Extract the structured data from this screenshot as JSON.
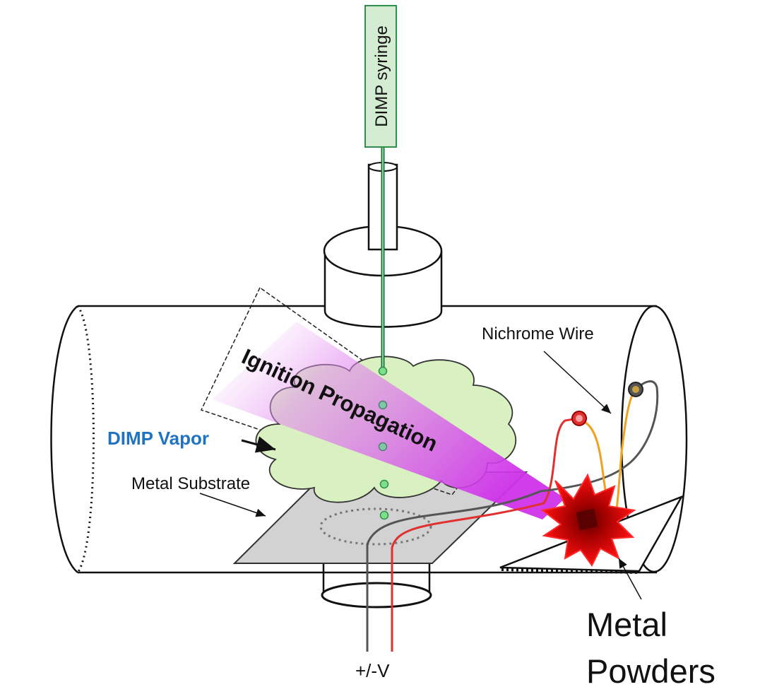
{
  "labels": {
    "syringe": "DIMP syringe",
    "ignition": "Ignition Propagation",
    "vapor": "DIMP Vapor",
    "substrate": "Metal Substrate",
    "nichrome": "Nichrome Wire",
    "powders_line1": "Metal",
    "powders_line2": "Powders",
    "voltage": "+/-V"
  },
  "colors": {
    "syringe_fill": "#d4ecd2",
    "needle": "#2f8f4f",
    "vapor_fill": "#d9f0c0",
    "vapor_text": "#1f73c1",
    "ignition_magenta": "#d040e8",
    "wire_red": "#e03030",
    "wire_yellow": "#f0a020",
    "wire_dark": "#555555",
    "explosion": "#e00000",
    "substrate": "#d2d2d2",
    "sensor_dot": "#7fe08a"
  }
}
